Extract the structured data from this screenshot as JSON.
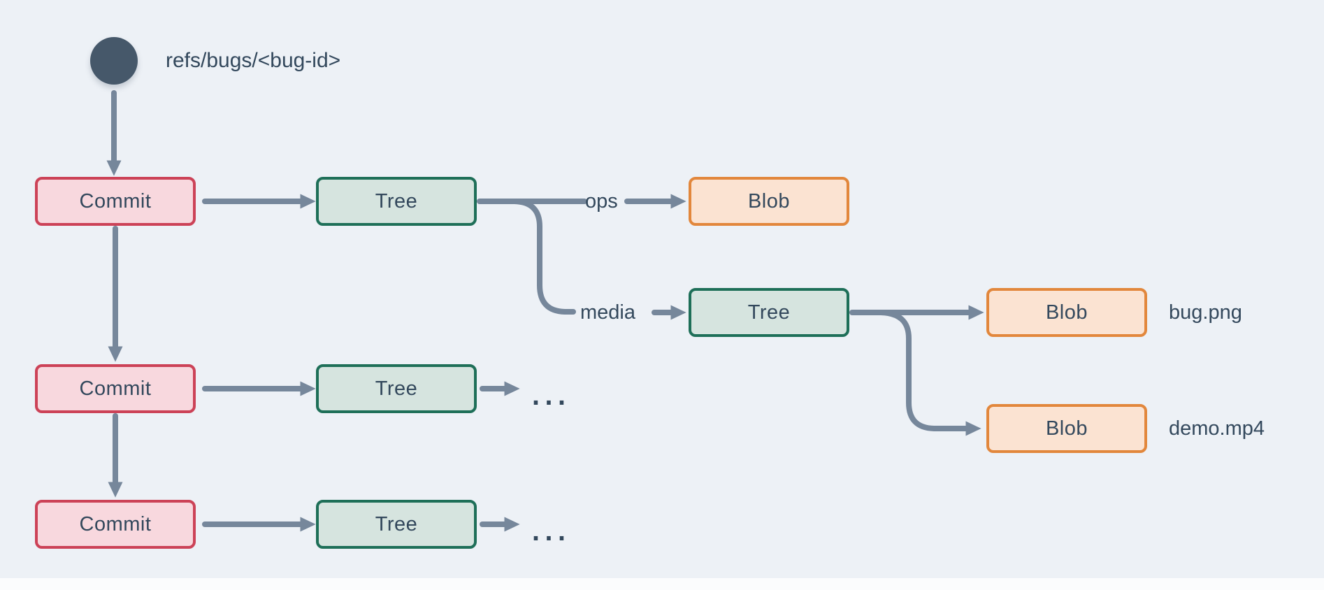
{
  "diagram": {
    "ref": {
      "label": "refs/bugs/<bug-id>"
    },
    "nodes": {
      "commit1": {
        "label": "Commit",
        "type": "commit"
      },
      "commit2": {
        "label": "Commit",
        "type": "commit"
      },
      "commit3": {
        "label": "Commit",
        "type": "commit"
      },
      "tree1": {
        "label": "Tree",
        "type": "tree"
      },
      "tree2": {
        "label": "Tree",
        "type": "tree"
      },
      "tree3": {
        "label": "Tree",
        "type": "tree"
      },
      "tree4": {
        "label": "Tree",
        "type": "tree"
      },
      "blob_ops": {
        "label": "Blob",
        "type": "blob"
      },
      "blob_bug": {
        "label": "Blob",
        "type": "blob"
      },
      "blob_demo": {
        "label": "Blob",
        "type": "blob"
      }
    },
    "edge_labels": {
      "ops": "ops",
      "media": "media"
    },
    "file_labels": {
      "bug": "bug.png",
      "demo": "demo.mp4"
    },
    "ellipsis": {
      "row2": "...",
      "row3": "..."
    },
    "colors": {
      "background": "#edf1f6",
      "commit_fill": "#f8d8de",
      "commit_border": "#cc4257",
      "tree_fill": "#d6e4df",
      "tree_border": "#1e6f58",
      "blob_fill": "#fbe3d2",
      "blob_border": "#e2873c",
      "connector": "#76879b",
      "text": "#33485c",
      "ref_circle": "#46586a"
    }
  }
}
